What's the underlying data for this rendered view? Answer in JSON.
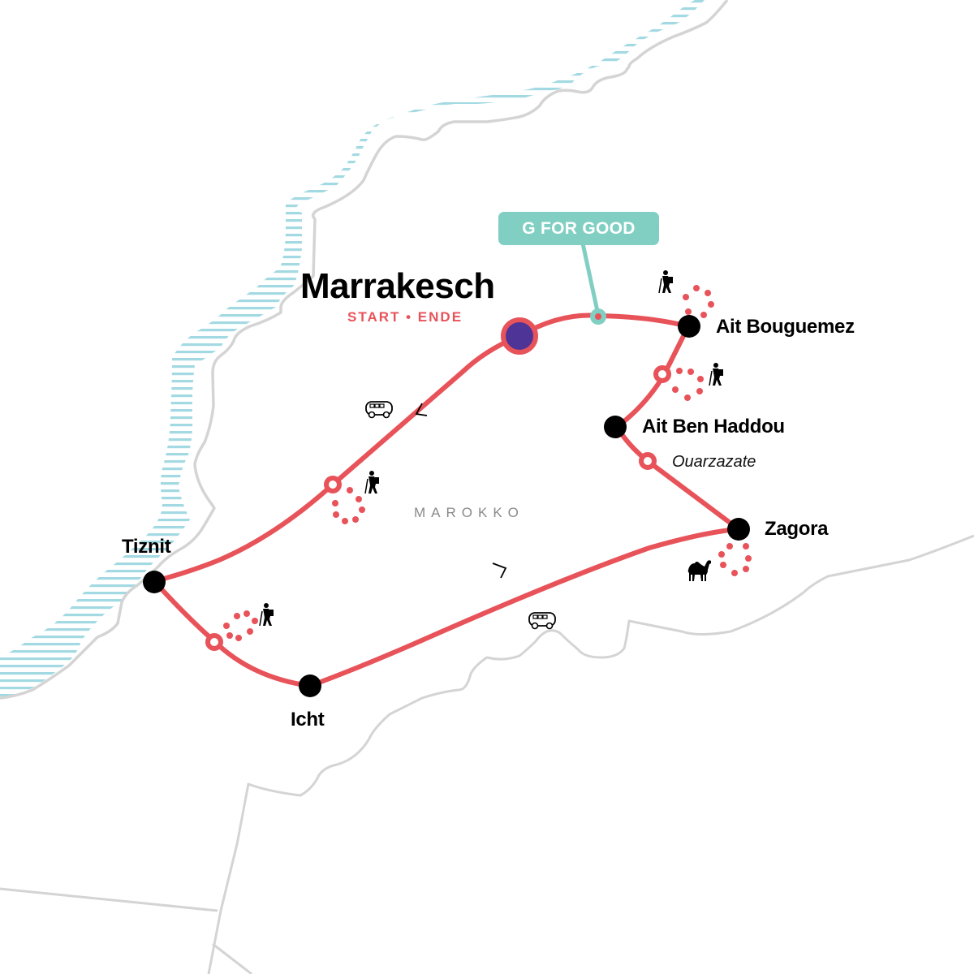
{
  "map": {
    "country_label": "MAROKKO",
    "start": {
      "name": "Marrakesch",
      "subtitle": "START • ENDE",
      "marker_color": "#4f3498"
    },
    "stops": [
      {
        "name": "Ait Bouguemez"
      },
      {
        "name": "Ait Ben Haddou"
      },
      {
        "name": "Zagora"
      },
      {
        "name": "Icht"
      },
      {
        "name": "Tiznit"
      }
    ],
    "waypoints": [
      {
        "name": "Ouarzazate"
      }
    ],
    "badge": {
      "label": "G FOR GOOD"
    },
    "icons": [
      "hiker-icon",
      "hiker-icon",
      "hiker-icon",
      "hiker-icon",
      "camel-icon",
      "bus-icon",
      "bus-icon"
    ],
    "colors": {
      "route": "#e8535a",
      "badge": "#80cfc2",
      "water": "#9ed7e0",
      "border": "#d4d4d4",
      "stop": "#000000",
      "start_marker": "#4f3498"
    }
  }
}
